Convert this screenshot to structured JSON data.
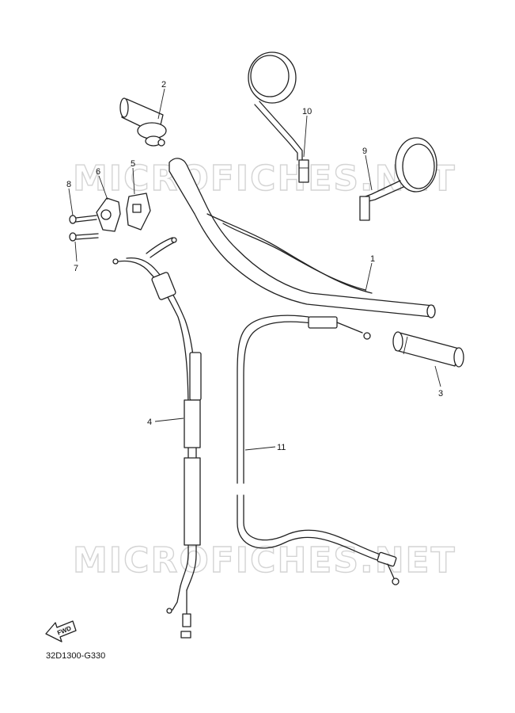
{
  "watermark": "MICROFICHES.NET",
  "drawing_code": "32D1300-G330",
  "fwd_label": "FWD",
  "callouts": {
    "p1": "1",
    "p2": "2",
    "p3": "3",
    "p4": "4",
    "p5": "5",
    "p6": "6",
    "p7": "7",
    "p8": "8",
    "p9": "9",
    "p10": "10",
    "p11": "11"
  }
}
